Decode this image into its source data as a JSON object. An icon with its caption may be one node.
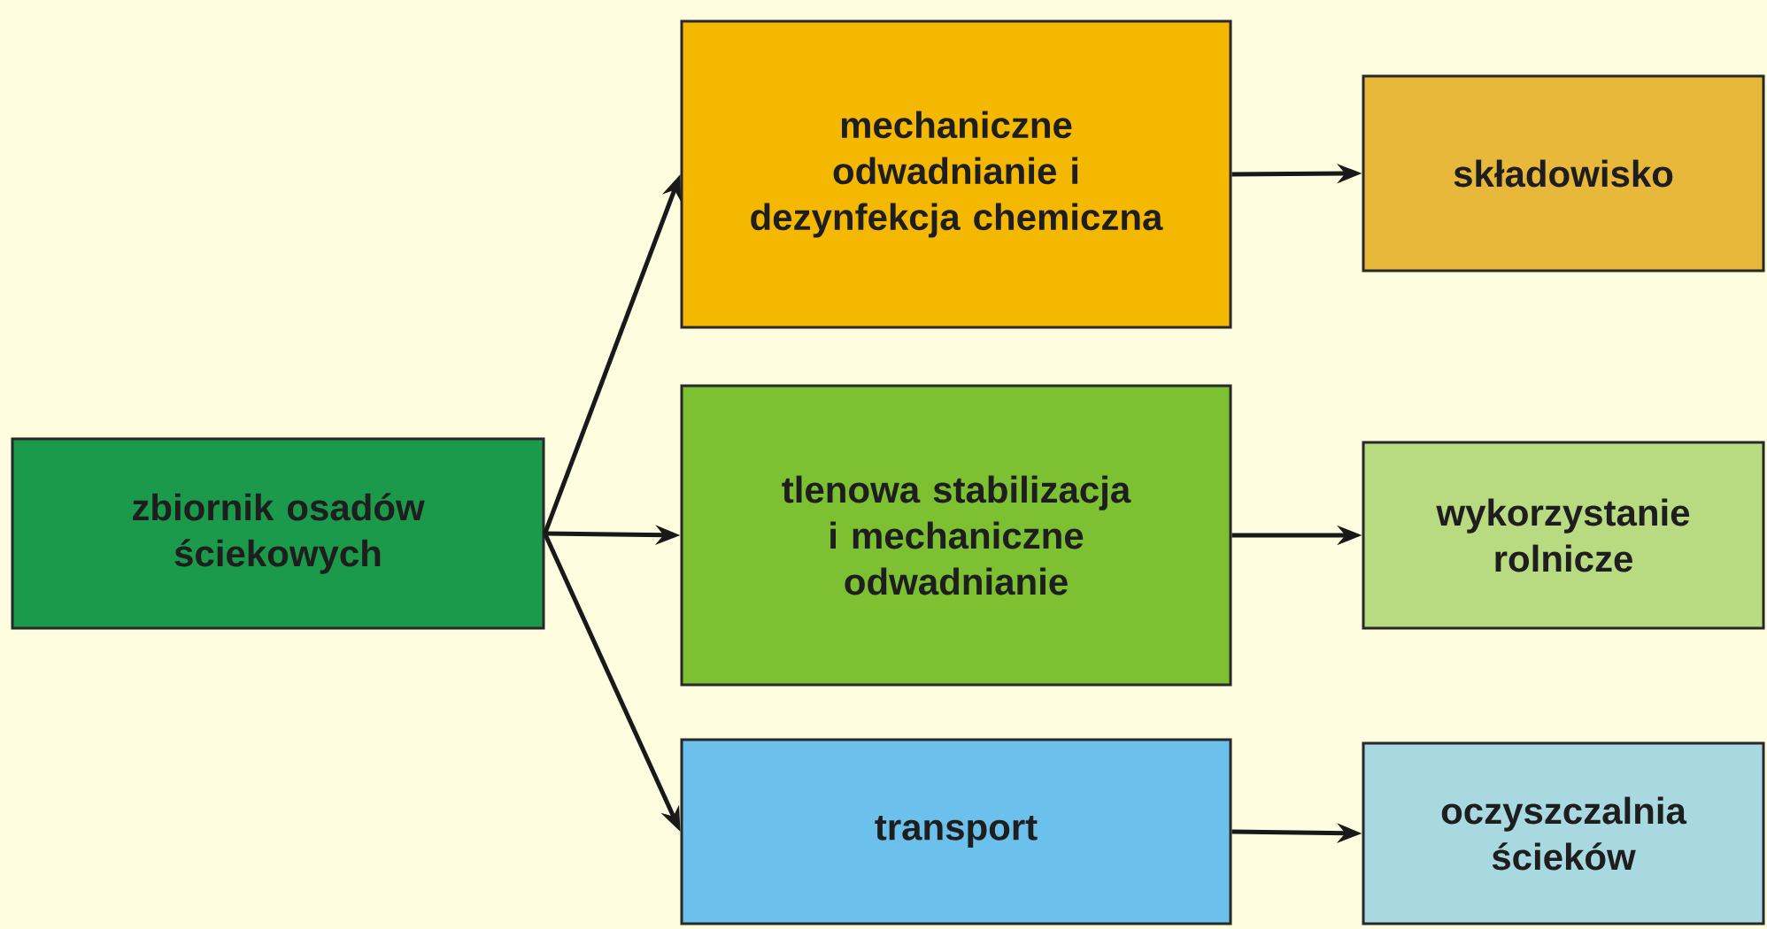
{
  "diagram": {
    "nodes": [
      {
        "text": [
          "zbiornik osadów ściekowych"
        ]
      },
      {
        "text": [
          "mechaniczne odwadnianie i dezynfekcja chemiczna"
        ]
      },
      {
        "text": [
          "tlenowa stabilizacja i mechaniczne odwadnianie"
        ]
      },
      {
        "text": [
          "transport"
        ]
      },
      {
        "text": [
          "składowisko"
        ]
      },
      {
        "text": [
          "wykorzystanie rolnicze"
        ]
      },
      {
        "text": [
          "oczyszczalnia ścieków"
        ]
      }
    ],
    "edges": [
      {
        "from": 0,
        "to": 1,
        "arrow": "to"
      },
      {
        "from": 0,
        "to": 2,
        "arrow": "to"
      },
      {
        "from": 0,
        "to": 3,
        "arrow": "to"
      },
      {
        "from": 1,
        "to": 4,
        "arrow": "to"
      },
      {
        "from": 2,
        "to": 5,
        "arrow": "to"
      },
      {
        "from": 3,
        "to": 6,
        "arrow": "to"
      }
    ]
  }
}
